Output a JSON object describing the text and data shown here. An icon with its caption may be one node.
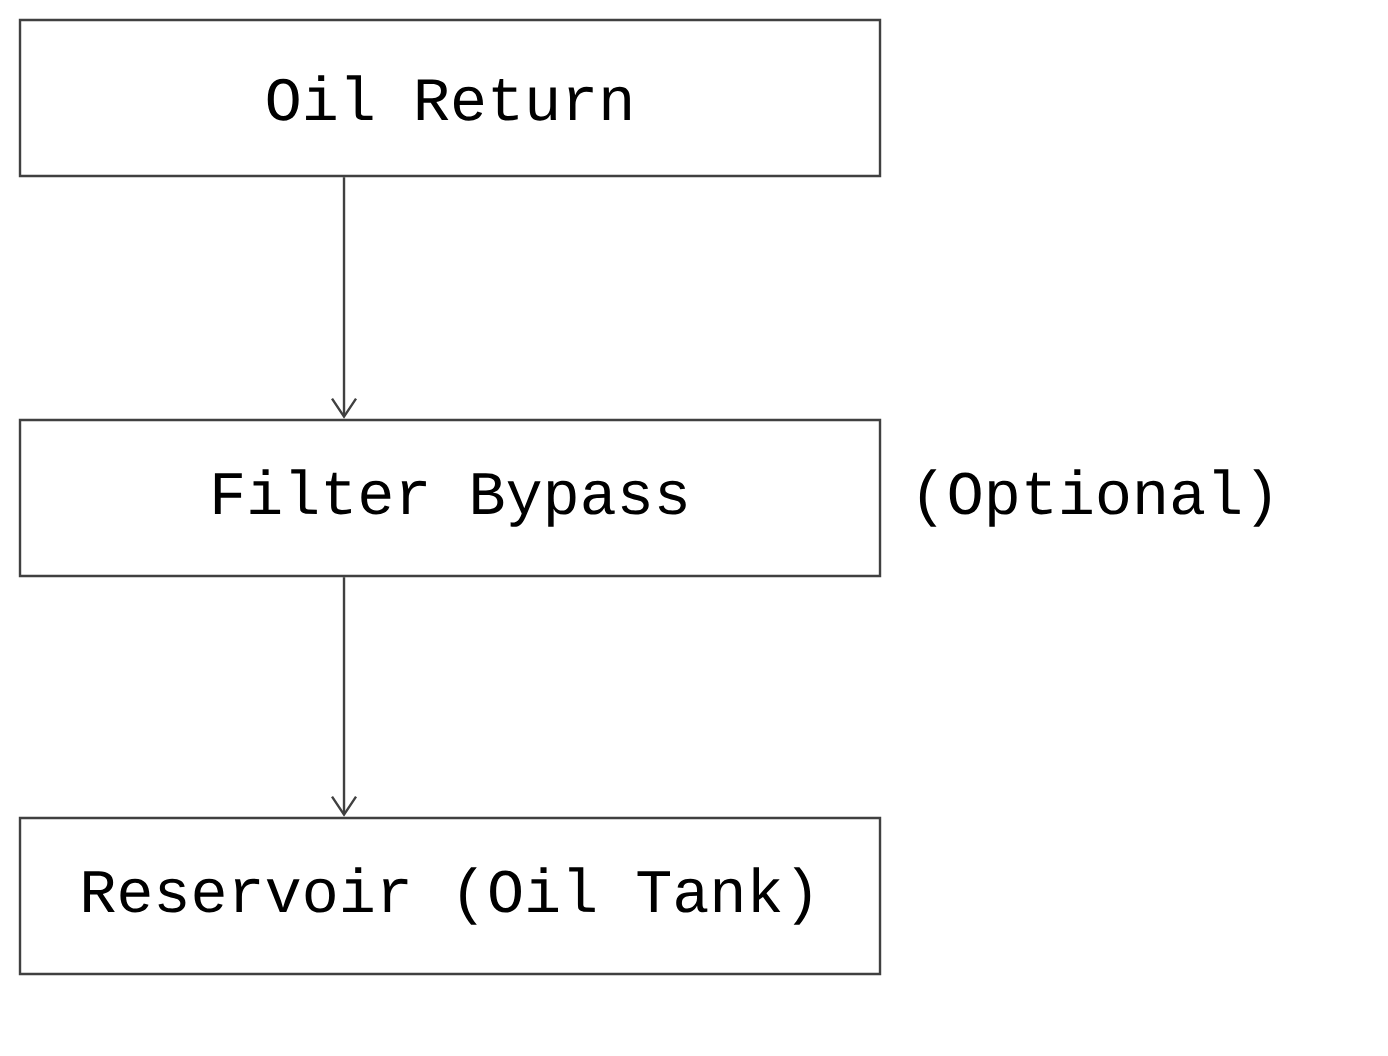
{
  "diagram": {
    "nodes": [
      {
        "text": [
          "Oil Return"
        ]
      },
      {
        "text": [
          "Filter Bypass"
        ],
        "beside": [
          "(Optional)"
        ]
      },
      {
        "text": [
          "Reservoir (Oil Tank)"
        ]
      }
    ],
    "edges": [
      {
        "from": 0,
        "to": 1,
        "arrow": "to"
      },
      {
        "from": 1,
        "to": 2,
        "arrow": "to"
      }
    ]
  }
}
